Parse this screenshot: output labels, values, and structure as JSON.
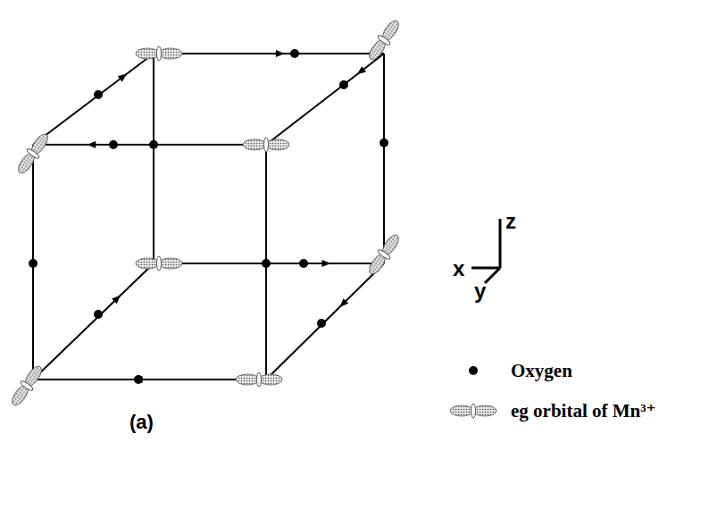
{
  "diagram": {
    "labels": [
      "z",
      "x",
      "y",
      "(a)"
    ],
    "legend": [
      {
        "text": "Oxygen"
      },
      {
        "text": "eg orbital of Mn³⁺"
      }
    ]
  }
}
